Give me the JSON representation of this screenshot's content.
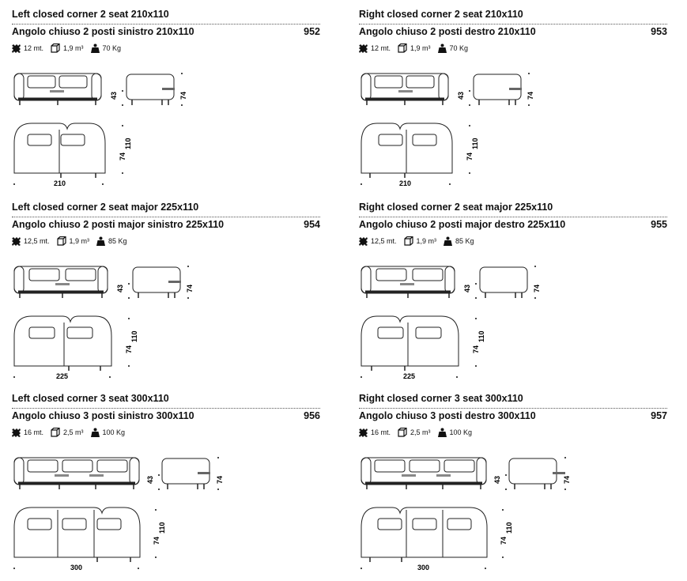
{
  "products": [
    {
      "title_en": "Left closed corner 2 seat 210x110",
      "title_it": "Angolo chiuso 2 posti sinistro 210x110",
      "code": "952",
      "fabric": "12 mt.",
      "volume": "1,9 m³",
      "weight": "70 Kg",
      "width_label": "210",
      "depth_label": "110",
      "seat_h_label": "43",
      "arm_h_label": "74",
      "seats": 2,
      "side": "left"
    },
    {
      "title_en": "Right closed corner 2 seat 210x110",
      "title_it": "Angolo chiuso 2 posti destro 210x110",
      "code": "953",
      "fabric": "12 mt.",
      "volume": "1,9 m³",
      "weight": "70 Kg",
      "width_label": "210",
      "depth_label": "110",
      "seat_h_label": "43",
      "arm_h_label": "74",
      "seats": 2,
      "side": "right"
    },
    {
      "title_en": "Left closed corner 2 seat major 225x110",
      "title_it": "Angolo chiuso 2 posti major sinistro 225x110",
      "code": "954",
      "fabric": "12,5 mt.",
      "volume": "1,9 m³",
      "weight": "85 Kg",
      "width_label": "225",
      "depth_label": "110",
      "seat_h_label": "43",
      "arm_h_label": "74",
      "seats": 2,
      "side": "left"
    },
    {
      "title_en": "Right closed corner 2 seat major 225x110",
      "title_it": "Angolo chiuso 2 posti major destro 225x110",
      "code": "955",
      "fabric": "12,5 mt.",
      "volume": "1,9 m³",
      "weight": "85 Kg",
      "width_label": "225",
      "depth_label": "110",
      "seat_h_label": "43",
      "arm_h_label": "74",
      "seats": 2,
      "side": "right"
    },
    {
      "title_en": "Left closed corner 3 seat 300x110",
      "title_it": "Angolo chiuso 3 posti sinistro 300x110",
      "code": "956",
      "fabric": "16 mt.",
      "volume": "2,5 m³",
      "weight": "100 Kg",
      "width_label": "300",
      "depth_label": "110",
      "seat_h_label": "43",
      "arm_h_label": "74",
      "seats": 3,
      "side": "left"
    },
    {
      "title_en": "Right closed corner 3 seat 300x110",
      "title_it": "Angolo chiuso 3 posti destro 300x110",
      "code": "957",
      "fabric": "16 mt.",
      "volume": "2,5 m³",
      "weight": "100 Kg",
      "width_label": "300",
      "depth_label": "110",
      "seat_h_label": "43",
      "arm_h_label": "74",
      "seats": 3,
      "side": "right"
    }
  ],
  "icons": {
    "fabric": "fabric-swatch-icon",
    "volume": "box-volume-icon",
    "weight": "weight-icon"
  }
}
